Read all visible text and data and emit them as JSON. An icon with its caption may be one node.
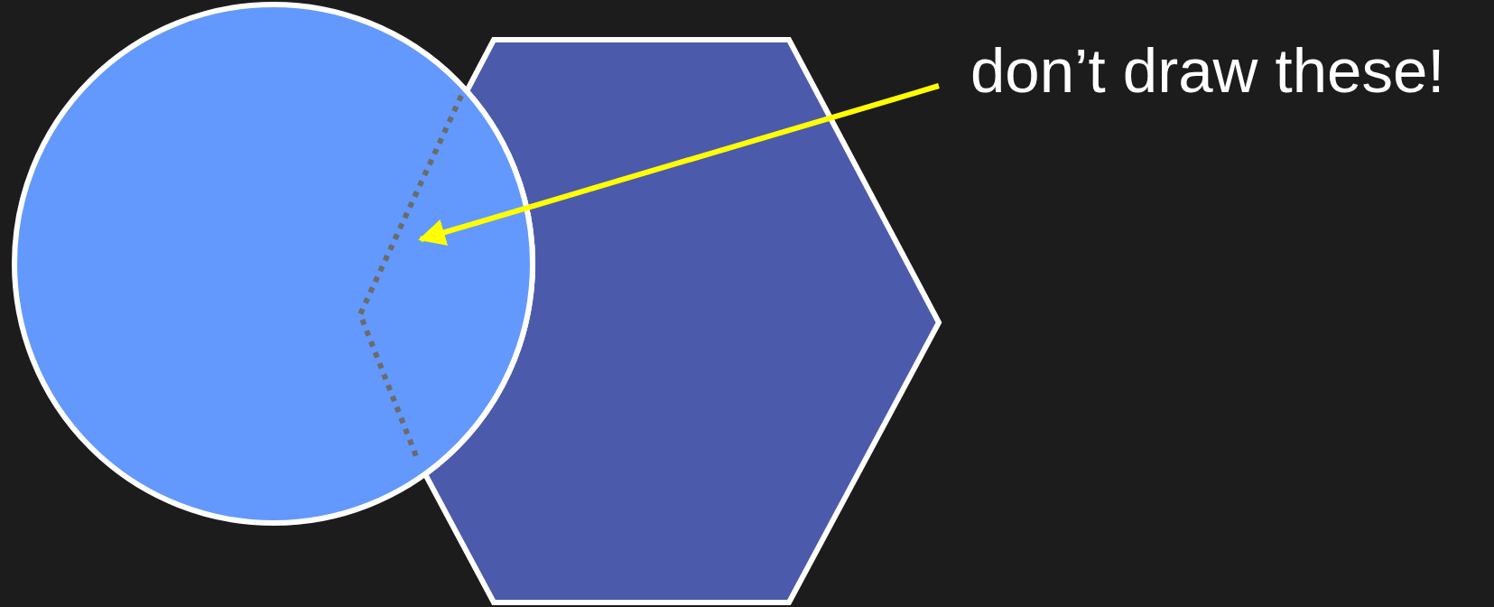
{
  "diagram": {
    "nodes": [
      {
        "text": [],
        "shape": "circle"
      },
      {
        "text": [],
        "shape": "hexagon"
      },
      {
        "text": [
          "don’t draw these!"
        ]
      },
      {
        "text": [],
        "shape": "line",
        "in": 0
      }
    ],
    "edges": [
      {
        "from": 2,
        "to": 3,
        "arrow": "to"
      }
    ]
  }
}
